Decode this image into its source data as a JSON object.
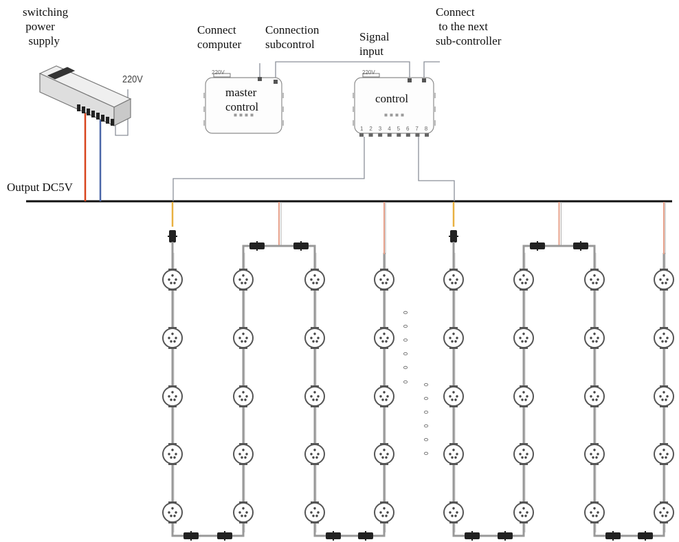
{
  "labels": {
    "switching_power_supply": "switching\n power\n  supply",
    "power_voltage": "220V",
    "output": "Output DC5V",
    "connect_computer": "Connect\ncomputer",
    "connection_subcontrol": "Connection\nsubcontrol",
    "signal_input": "Signal\ninput",
    "connect_next": "Connect\n to the next\nsub-controller",
    "master_control": "master\ncontrol",
    "control": "control",
    "master_box_voltage": "220V",
    "control_box_voltage": "220V",
    "port_numbers": [
      "1",
      "2",
      "3",
      "4",
      "5",
      "6",
      "7",
      "8"
    ]
  },
  "colors": {
    "line": "#111111",
    "wire": "#8a8f99",
    "wire_red": "#d8441c",
    "wire_blue": "#4a66a8",
    "wire_pink": "#e6a08a",
    "connector": "#222222",
    "node_fill": "#ffffff",
    "node_stroke": "#555555"
  },
  "icons": {
    "power_supply": "power-supply-icon",
    "controller": "controller-box-icon",
    "led_node": "led-pixel-node-icon",
    "connector": "waterproof-connector-icon",
    "continuation": "ellipsis-dots-icon"
  },
  "structure": {
    "string_count": 8,
    "nodes_per_string": 5,
    "controller_ports": 8
  }
}
